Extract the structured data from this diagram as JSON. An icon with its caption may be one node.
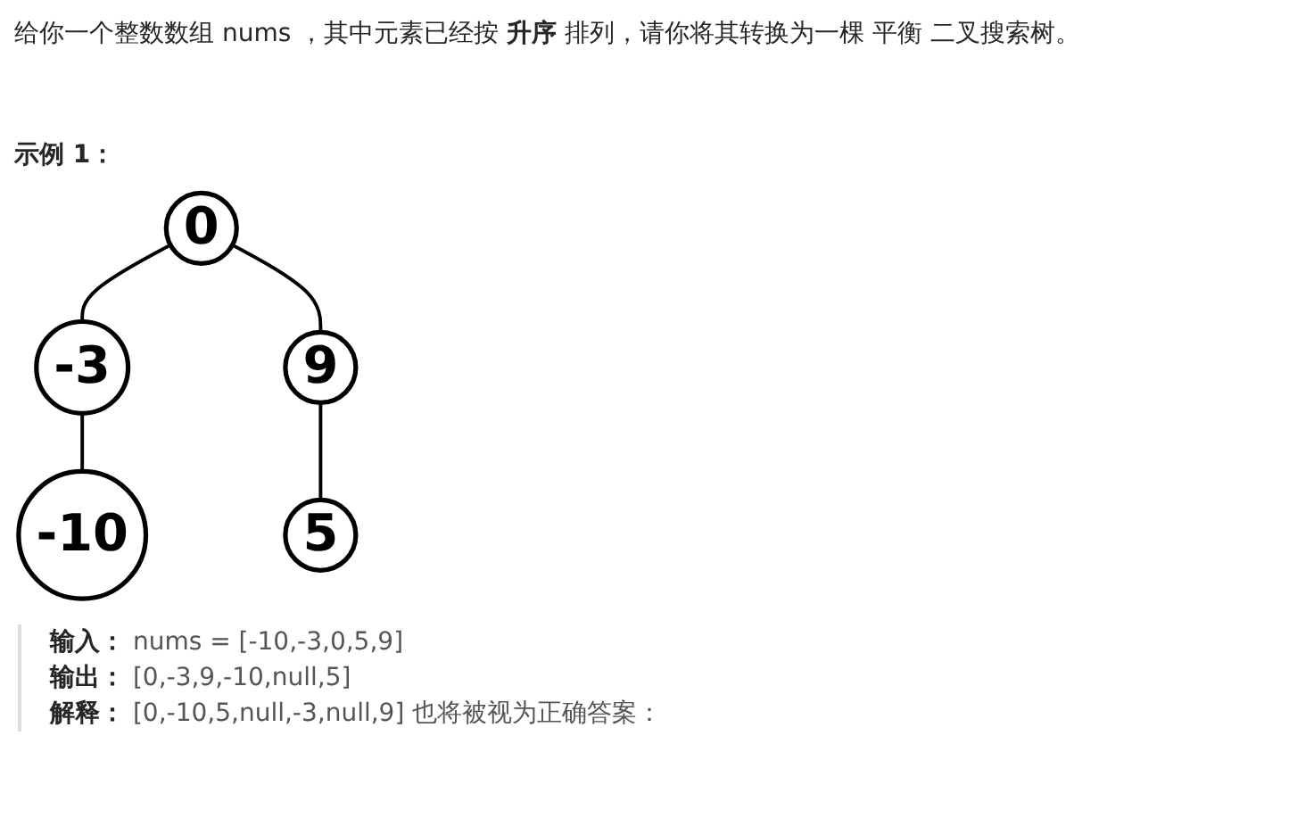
{
  "diagram": {
    "title": "给你一个整数数组 nums ，其中元素已经按 **升序** 排列，请你将其转换为一棵 平衡 二叉搜索树。",
    "nodes": [
      {
        "text": [
          "0"
        ]
      },
      {
        "text": [
          "-3"
        ]
      },
      {
        "text": [
          "9"
        ]
      },
      {
        "text": [
          "-10"
        ]
      },
      {
        "text": [
          "5"
        ]
      }
    ],
    "edges": [
      {
        "from": 0,
        "to": 1,
        "arrow": "none"
      },
      {
        "from": 0,
        "to": 2,
        "arrow": "none"
      },
      {
        "from": 1,
        "to": 3,
        "arrow": "none"
      },
      {
        "from": 2,
        "to": 4,
        "arrow": "none"
      }
    ],
    "labels": [
      "示例 1：",
      "**输入：** nums = [-10,-3,0,5,9]",
      "**输出：** [0,-3,9,-10,null,5]",
      "**解释：** [0,-10,5,null,-3,null,9] 也将被视为正确答案："
    ]
  }
}
